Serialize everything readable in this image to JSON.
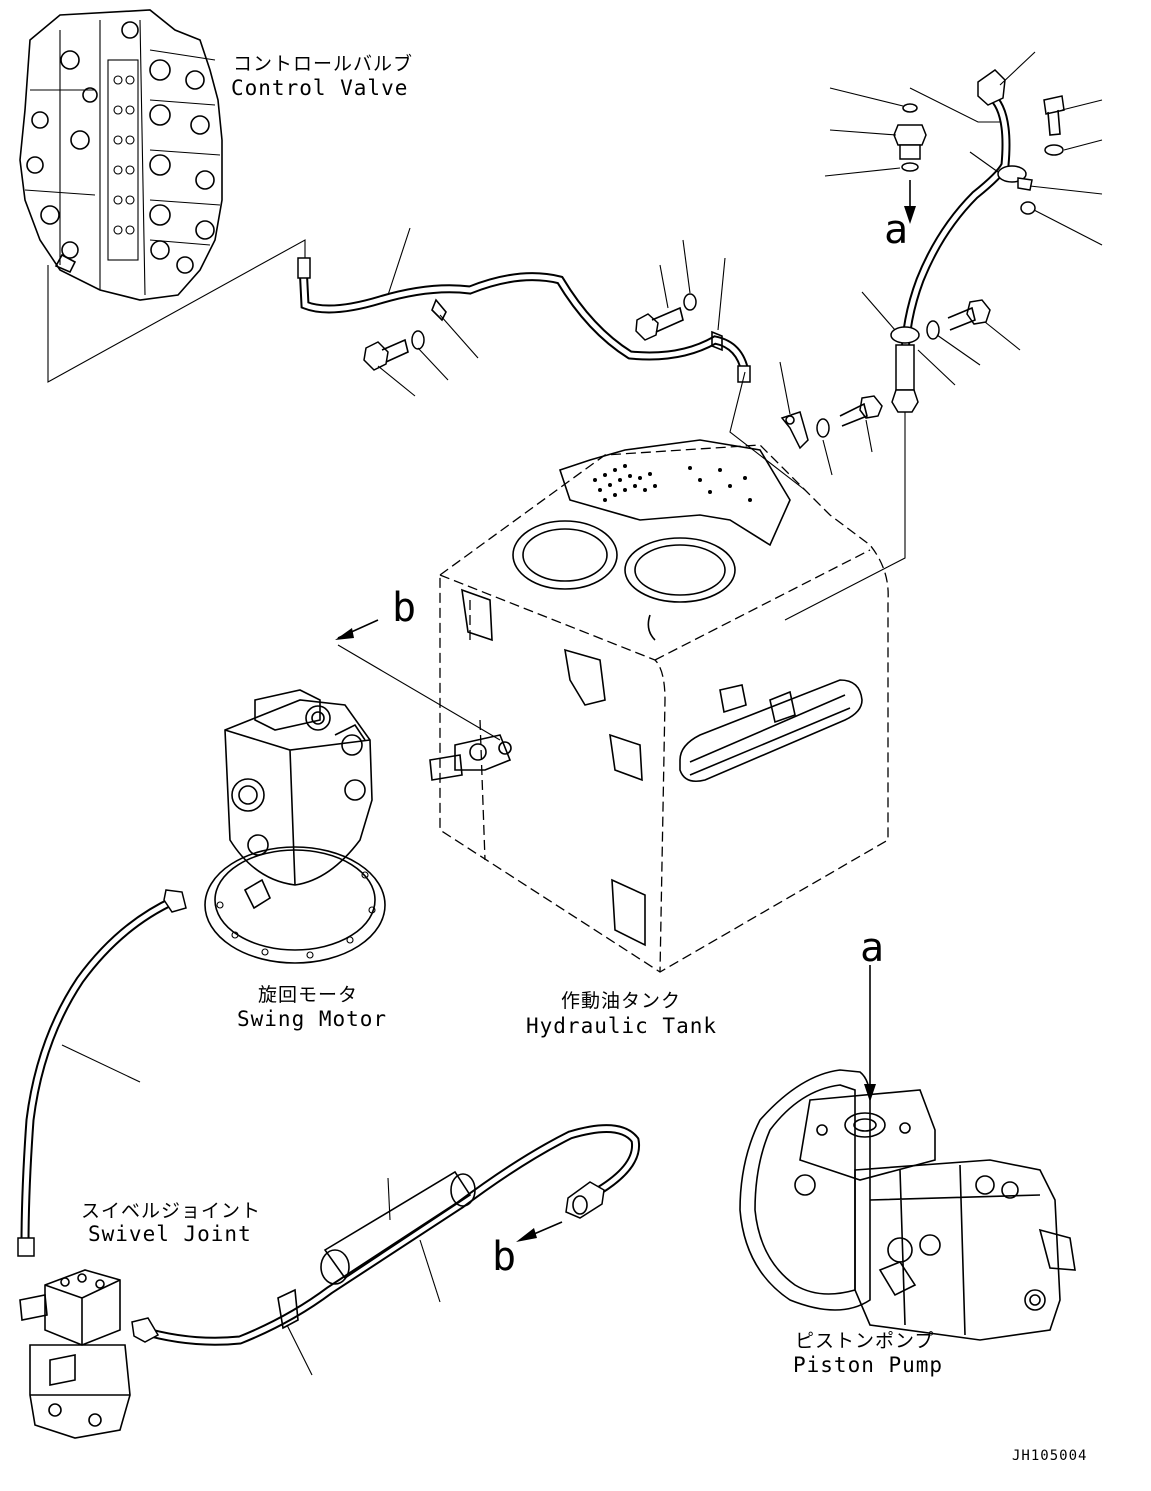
{
  "components": {
    "control_valve": {
      "jp": "コントロールバルブ",
      "en": "Control Valve"
    },
    "swing_motor": {
      "jp": "旋回モータ",
      "en": "Swing Motor"
    },
    "hydraulic_tank": {
      "jp": "作動油タンク",
      "en": "Hydraulic Tank"
    },
    "swivel_joint": {
      "jp": "スイベルジョイント",
      "en": "Swivel Joint"
    },
    "piston_pump": {
      "jp": "ピストンポンプ",
      "en": "Piston Pump"
    }
  },
  "callouts": {
    "a_top": "a",
    "a_pump": "a",
    "b_tank": "b",
    "b_hose": "b"
  },
  "drawing_id": "JH105004"
}
